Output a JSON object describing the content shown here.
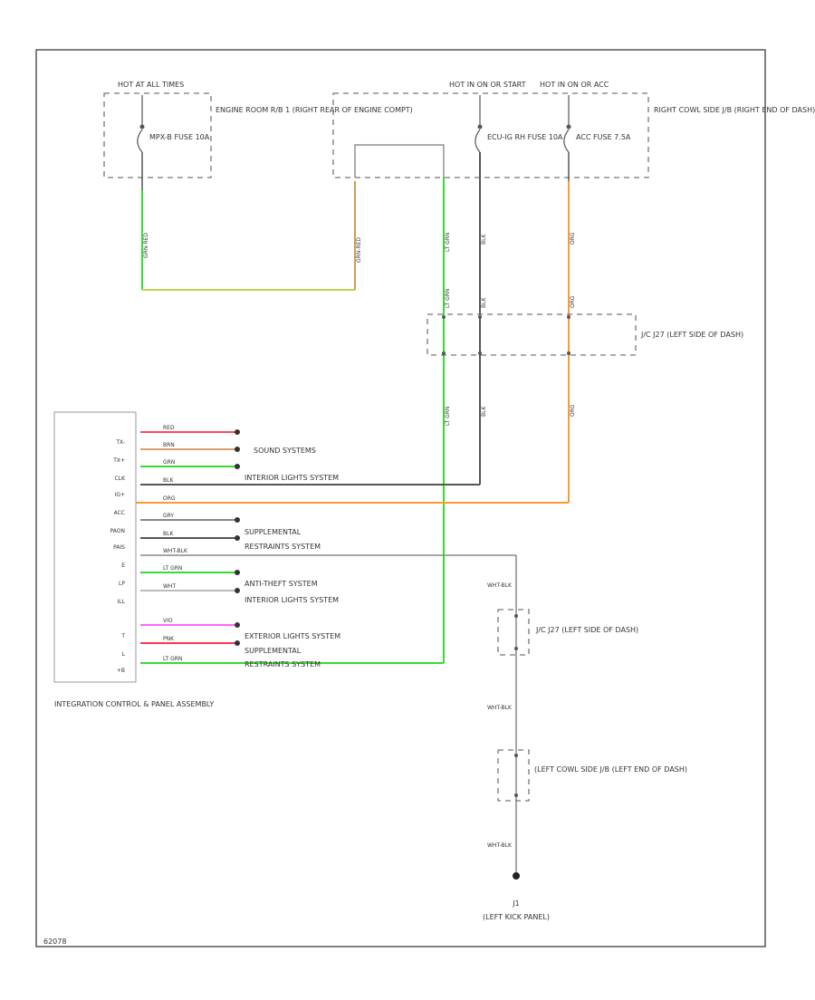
{
  "diagram": {
    "footer_code": "62078",
    "fuse_boxes": {
      "left": {
        "hot_label": "HOT AT ALL TIMES",
        "location": "ENGINE ROOM R/B 1 (RIGHT REAR OF ENGINE COMPT)",
        "fuses": [
          {
            "name": "MPX-B FUSE 10A"
          }
        ]
      },
      "right": {
        "hot_labels": [
          "HOT IN ON OR START",
          "HOT IN ON OR ACC"
        ],
        "location": "RIGHT COWL SIDE J/B (RIGHT END OF DASH)",
        "fuses": [
          {
            "name": "ECU-IG RH FUSE 10A"
          },
          {
            "name": "ACC FUSE 7.5A"
          }
        ]
      }
    },
    "junctions": {
      "upper": "J/C J27 (LEFT SIDE OF DASH)",
      "lower_1": "J/C J27 (LEFT SIDE OF DASH)",
      "lower_2": "(LEFT COWL SIDE J/B (LEFT END OF DASH)"
    },
    "ground": {
      "name": "J1",
      "location": "(LEFT KICK PANEL)"
    },
    "module": {
      "name": "INTEGRATION CONTROL & PANEL ASSEMBLY",
      "pins": [
        "TX-",
        "TX+",
        "CLK",
        "IG+",
        "ACC",
        "PAON",
        "PAIS",
        "E",
        "LP",
        "ILL",
        "T",
        "L",
        "+B"
      ]
    },
    "wire_labels": {
      "mpx_left": "GRN-RED",
      "mpx_right": "GRN-RED",
      "ltgrn_top": "LT GRN",
      "ltgrn_mid": "LT GRN",
      "ltgrn_low": "LT GRN",
      "blk_top": "BLK",
      "blk_mid": "BLK",
      "blk_low": "BLK",
      "org_top": "ORG",
      "org_mid": "ORG",
      "org_low": "ORG",
      "red": "RED",
      "brn": "BRN",
      "grn": "GRN",
      "blk": "BLK",
      "org": "ORG",
      "gry": "GRY",
      "blk2": "BLK",
      "wht_blk": "WHT-BLK",
      "lt_grn_lp": "LT GRN",
      "wht": "WHT",
      "vio": "VIO",
      "pnk": "PNK",
      "lt_grn_b": "LT GRN",
      "gnd_1": "WHT-BLK",
      "gnd_2": "WHT-BLK",
      "gnd_3": "WHT-BLK"
    },
    "systems": [
      "SOUND SYSTEMS",
      "INTERIOR LIGHTS SYSTEM",
      "SUPPLEMENTAL",
      "RESTRAINTS SYSTEM",
      "ANTI-THEFT SYSTEM",
      "INTERIOR LIGHTS SYSTEM",
      "EXTERIOR LIGHTS SYSTEM",
      "SUPPLEMENTAL",
      "RESTRAINTS SYSTEM"
    ],
    "wire_colors": {
      "red": "#ff4a5a",
      "brown": "#d8a070",
      "green": "#33dd33",
      "black": "#555555",
      "orange": "#ff9a33",
      "gray": "#888888",
      "violet": "#ff66ff",
      "pink": "#ff3355",
      "yellow_green": "#b8d84a",
      "tan": "#c8a050"
    }
  }
}
